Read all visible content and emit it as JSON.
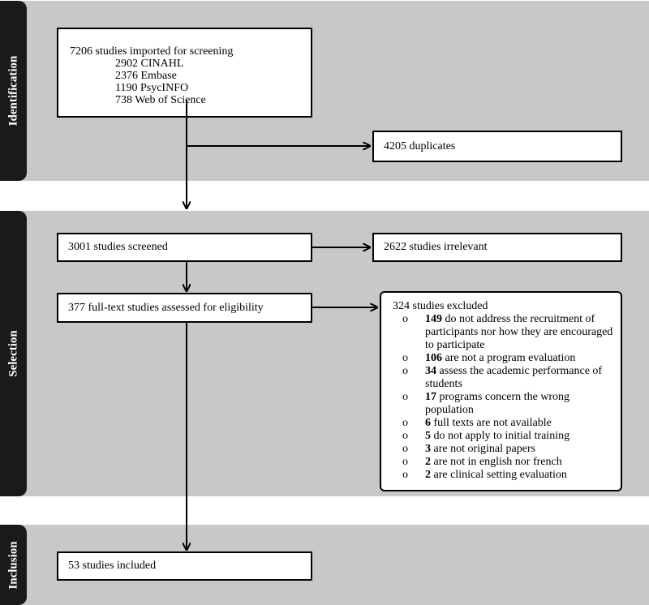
{
  "stages": {
    "identification": "Identification",
    "selection": "Selection",
    "inclusion": "Inclusion"
  },
  "imported": {
    "title": "7206 studies imported for screening",
    "sources": [
      "2902 CINAHL",
      "2376 Embase",
      "1190 PsycINFO",
      "738 Web of Science"
    ]
  },
  "duplicates": "4205 duplicates",
  "screened": "3001 studies screened",
  "irrelevant": "2622 studies irrelevant",
  "fulltext": "377 full-text studies assessed for eligibility",
  "excluded": {
    "title": "324 studies excluded",
    "bullet": "o",
    "reasons": [
      {
        "count": "149",
        "text": " do not address the recruitment of participants nor how they are encouraged to participate"
      },
      {
        "count": "106",
        "text": " are not a program evaluation"
      },
      {
        "count": "34",
        "text": " assess the academic performance of students"
      },
      {
        "count": "17",
        "text": " programs concern the wrong population"
      },
      {
        "count": "6",
        "text": " full texts are not available"
      },
      {
        "count": "5",
        "text": " do not apply to initial training"
      },
      {
        "count": "3",
        "text": " are not original papers"
      },
      {
        "count": "2",
        "text": " are not in english nor french"
      },
      {
        "count": "2",
        "text": " are clinical setting evaluation"
      }
    ]
  },
  "included": "53 studies included"
}
